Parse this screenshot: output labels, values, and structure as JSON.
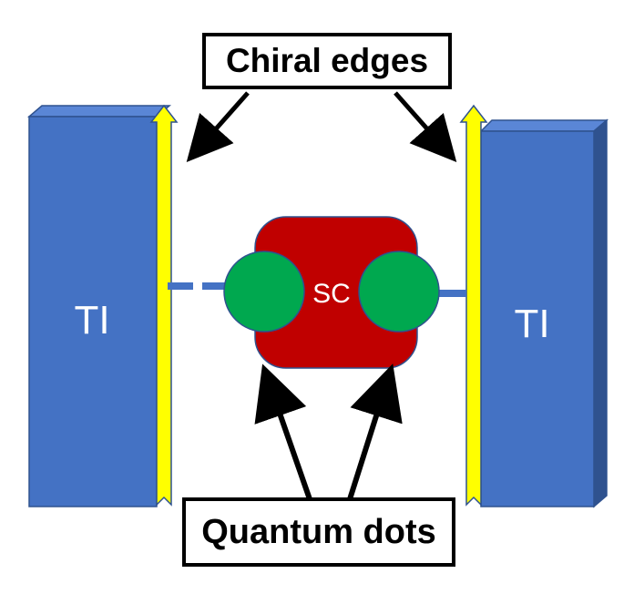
{
  "labels": {
    "chiral_edges": "Chiral edges",
    "quantum_dots": "Quantum dots",
    "left_block": "TI",
    "right_block": "TI",
    "superconductor": "SC"
  },
  "colors": {
    "ti_front": "#4472C4",
    "ti_top": "#5A86D6",
    "ti_side": "#2F528F",
    "edge_arrow": "#FFFF00",
    "sc": "#C00000",
    "dot": "#00A84F",
    "outline": "#2F528F",
    "coupling": "#4472C4",
    "pointer": "#000000"
  }
}
